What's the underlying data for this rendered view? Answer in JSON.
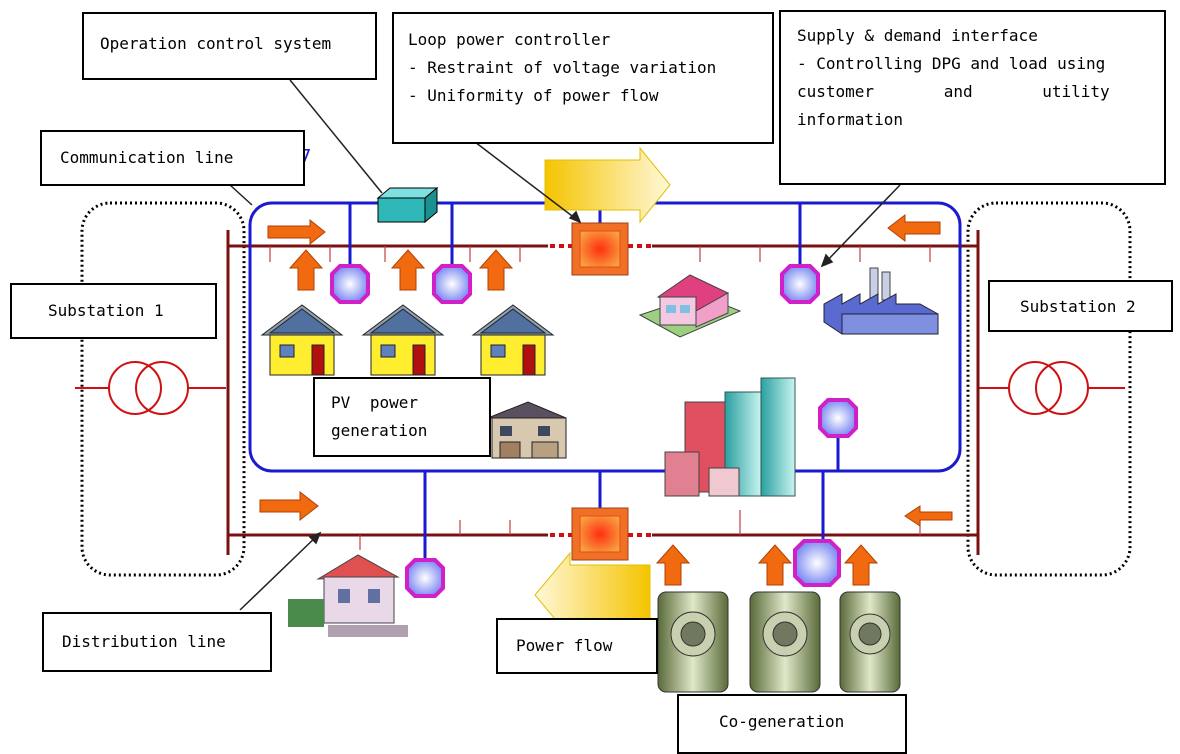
{
  "labels": {
    "operation_control": "Operation control system",
    "loop_title": "Loop power controller",
    "loop_line1": "- Restraint of voltage variation",
    "loop_line2": "- Uniformity of power flow",
    "sdi_title": "Supply & demand interface",
    "sdi_line1": "- Controlling DPG and load using",
    "sdi_line2": "customer and utility",
    "sdi_line3": "information",
    "communication_line": "Communication line",
    "substation1": "Substation 1",
    "substation2": "Substation 2",
    "pv_line1": "PV power",
    "pv_line2": "generation",
    "distribution_line": "Distribution line",
    "power_flow": "Power flow",
    "cogeneration": "Co-generation"
  },
  "colors": {
    "distribution": "#7a1010",
    "communication": "#1a1ad0",
    "flow_arrow": "#f26a10",
    "interface_fill": "#b8c0ff",
    "interface_border": "#d020c8",
    "controller": "#f07028",
    "transformer": "#d01010"
  }
}
